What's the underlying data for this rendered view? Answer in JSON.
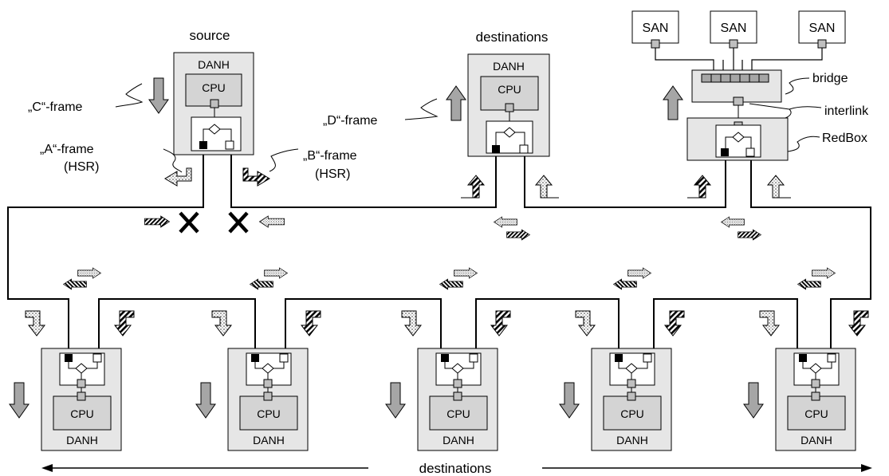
{
  "labels": {
    "source": "source",
    "destinations_top": "destinations",
    "destinations_bottom": "destinations",
    "danh": "DANH",
    "cpu": "CPU",
    "san": "SAN",
    "bridge": "bridge",
    "interlink": "interlink",
    "redbox": "RedBox",
    "c_frame": "„C“-frame",
    "d_frame": "„D“-frame",
    "a_frame_line1": "„A“-frame",
    "a_frame_line2": "(HSR)",
    "b_frame_line1": "„B“-frame",
    "b_frame_line2": "(HSR)"
  },
  "colors": {
    "line": "#000000",
    "box_fill": "#e6e6e6",
    "cpu_fill": "#d4d4d4",
    "arrow_fill": "#a6a6a6",
    "port_a": "#000000",
    "port_b": "#ffffff"
  },
  "icons": [
    "break-x-icon",
    "dotted-arrow-icon",
    "striped-arrow-icon",
    "gray-down-arrow-icon",
    "gray-up-arrow-icon"
  ]
}
